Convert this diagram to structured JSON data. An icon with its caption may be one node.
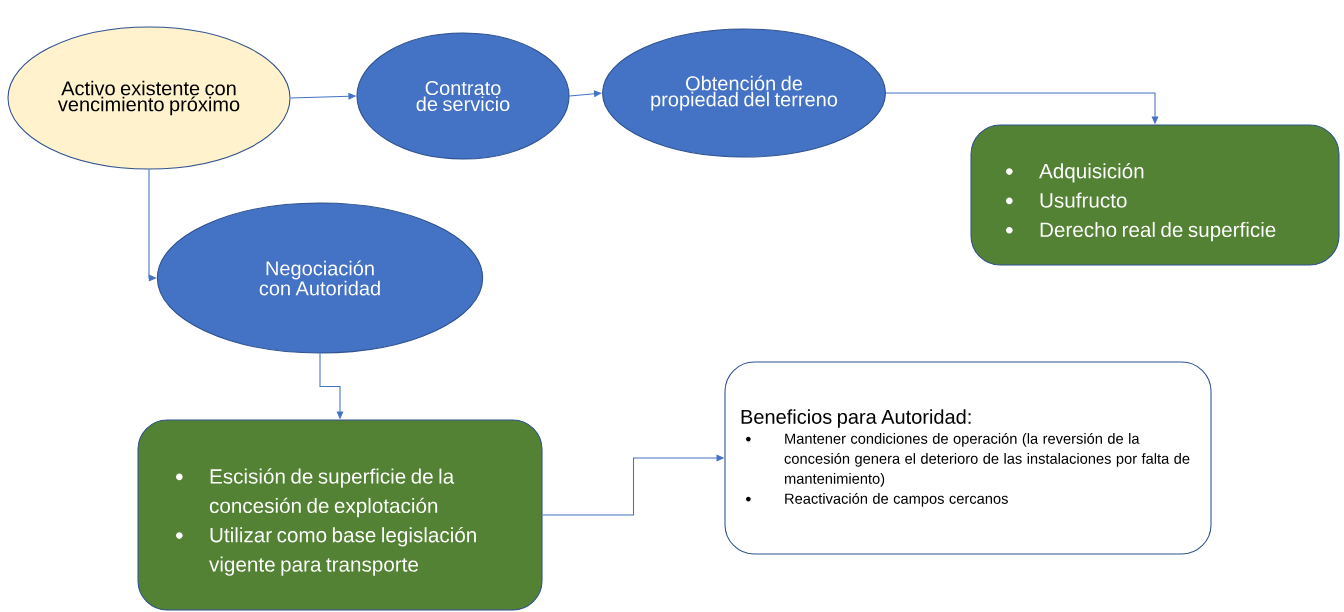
{
  "diagram": {
    "nodes": [
      {
        "text": [
          "Activo existente con vencimiento próximo"
        ]
      },
      {
        "text": [
          "Contrato de servicio"
        ]
      },
      {
        "text": [
          "Obtención de propiedad del terreno"
        ]
      },
      {
        "text": [
          "Adquisición",
          "Usufructo",
          "Derecho real de superficie"
        ]
      },
      {
        "text": [
          "Negociación con Autoridad"
        ]
      },
      {
        "text": [
          "Escisión de superficie de la concesión de explotación",
          "Utilizar como base legislación vigente para transporte"
        ]
      },
      {
        "text": [
          "Beneficios para Autoridad:",
          "Mantener condiciones de operación (la reversión de la concesión genera el deterioro de las instalaciones por falta de mantenimiento)",
          "Reactivación de campos cercanos"
        ]
      }
    ],
    "edges": [
      {
        "from": 0,
        "to": 1,
        "arrow": "to"
      },
      {
        "from": 1,
        "to": 2,
        "arrow": "to"
      },
      {
        "from": 2,
        "to": 3,
        "arrow": "to"
      },
      {
        "from": 0,
        "to": 4,
        "arrow": "to"
      },
      {
        "from": 4,
        "to": 5,
        "arrow": "to"
      },
      {
        "from": 5,
        "to": 6,
        "arrow": "to"
      }
    ]
  }
}
